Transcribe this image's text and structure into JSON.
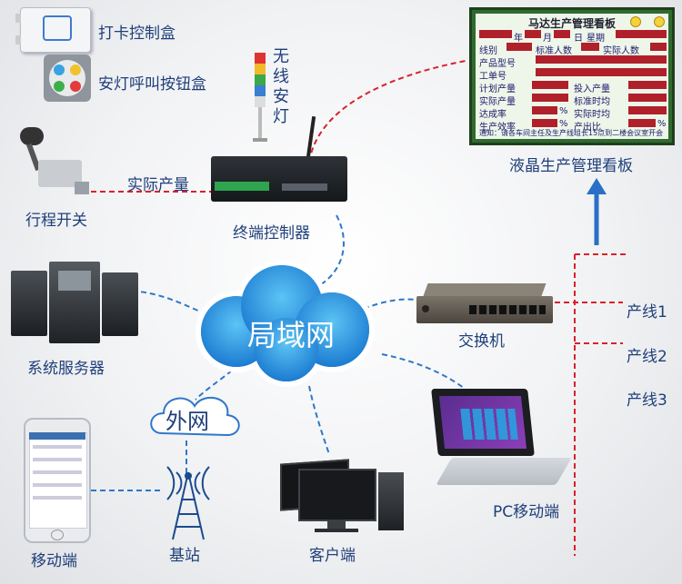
{
  "nodes": {
    "card_box": "打卡控制盒",
    "andon_box": "安灯呼叫按钮盒",
    "wireless_light": "无线安灯",
    "travel_switch": "行程开关",
    "actual_output": "实际产量",
    "terminal_controller": "终端控制器",
    "lcd_board": "液晶生产管理看板",
    "servers": "系统服务器",
    "lan": "局域网",
    "switch": "交换机",
    "line1": "产线1",
    "line2": "产线2",
    "line3": "产线3",
    "wan": "外网",
    "pc_mobile": "PC移动端",
    "mobile": "移动端",
    "base_station": "基站",
    "client": "客户端"
  },
  "board": {
    "title": "马达生产管理看板",
    "rows": [
      [
        "年",
        "月",
        "日",
        "星期"
      ],
      [
        "线别",
        "标准人数",
        "实际人数"
      ],
      [
        "产品型号"
      ],
      [
        "工单号"
      ],
      [
        "计划产量",
        "投入产量"
      ],
      [
        "实际产量",
        "标准时均"
      ],
      [
        "达成率",
        "%",
        "实际时均"
      ],
      [
        "生产效率",
        "%",
        "产出比",
        "%"
      ]
    ],
    "notice": "通知：请各车间主任及生产线组长15点到二楼会议室开会"
  }
}
